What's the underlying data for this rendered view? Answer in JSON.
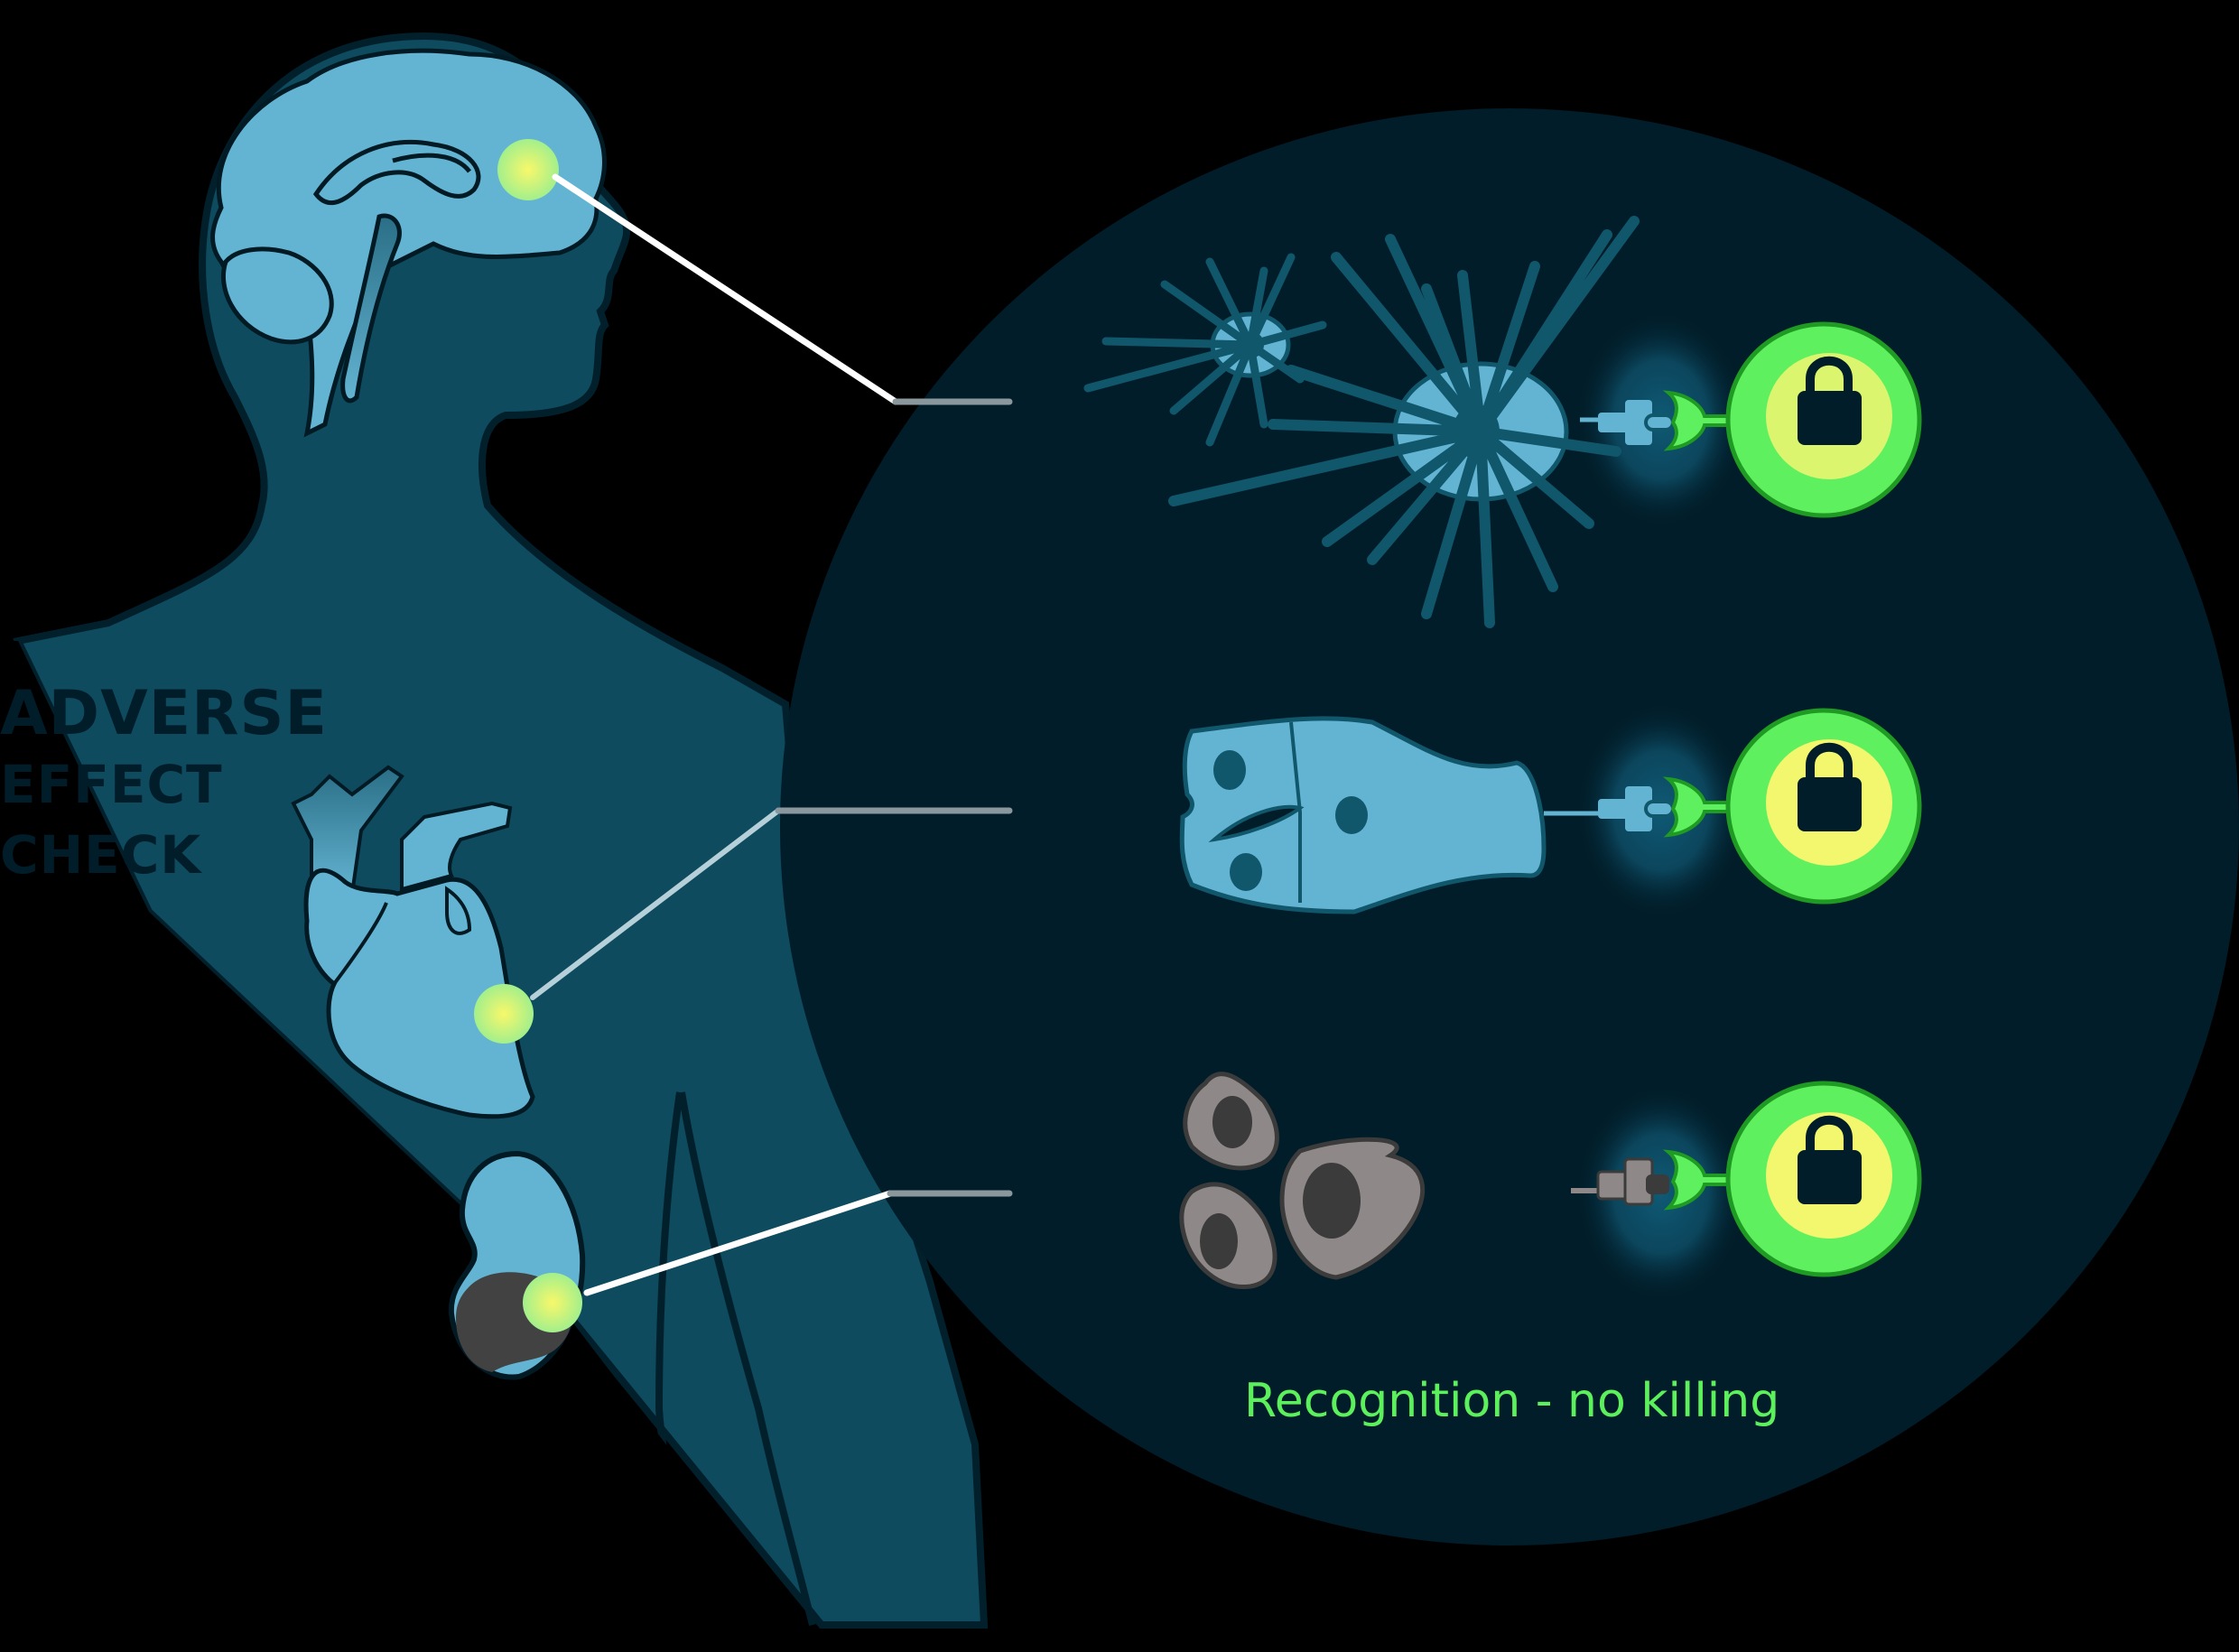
{
  "figure": {
    "title_lines": [
      "Adverse",
      "effect",
      "check"
    ],
    "caption": "Recognition - no killing",
    "colors": {
      "background": "#000000",
      "body_silhouette": "#0e4b5e",
      "body_outline": "#02202c",
      "zoom_circle": "#011d29",
      "organ_fill": "#63b4d2",
      "organ_outline": "#021a24",
      "tumor_fill": "#424242",
      "tumor_cell_fill": "#8f8888",
      "tumor_nucleus": "#3b3b3b",
      "cell_nucleus": "#11576c",
      "highlight_spot_center": "#f7f76a",
      "highlight_spot_edge": "#a6f08a",
      "car_t_green": "#5ff060",
      "car_t_green_outline": "#1f9a22",
      "car_t_inner": "#dcf56e",
      "lock_color": "#011d29",
      "caption_green": "#5cf05c",
      "connector_line": "#ffffff",
      "glow": "#0f5872"
    },
    "organs": [
      {
        "name": "brain",
        "target_cell": "neuron"
      },
      {
        "name": "heart",
        "target_cell": "cardiomyocyte"
      },
      {
        "name": "kidney-tumor",
        "target_cell": "tumor-cell"
      }
    ],
    "rows": [
      {
        "cell_type": "neurons",
        "binding": "recognition",
        "status_icon": "lock-icon"
      },
      {
        "cell_type": "heart-muscle-cells",
        "binding": "recognition",
        "status_icon": "lock-icon"
      },
      {
        "cell_type": "tumor-cells",
        "binding": "recognition",
        "status_icon": "lock-icon"
      }
    ]
  }
}
